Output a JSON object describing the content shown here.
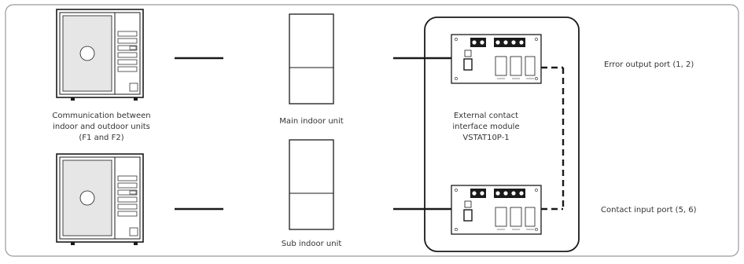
{
  "labels": {
    "outdoor_comm_line1": "Communication between",
    "outdoor_comm_line2": "indoor and outdoor units",
    "outdoor_comm_line3": "(F1 and F2)",
    "main_indoor": "Main indoor unit",
    "sub_indoor": "Sub indoor unit",
    "module_line1": "External contact",
    "module_line2": "interface module",
    "module_line3": "VSTAT10P-1",
    "error_port": "Error output port (1, 2)",
    "contact_port": "Contact input port (5, 6)"
  },
  "colors": {
    "line": "#1a1a1a",
    "frame": "#9a9a9a",
    "fan_disc": "#ffffff",
    "unit_face": "#e6e6e6"
  },
  "icons": [
    "outdoor-unit-icon",
    "indoor-unit-icon",
    "control-board-icon",
    "terminal-block-icon"
  ]
}
